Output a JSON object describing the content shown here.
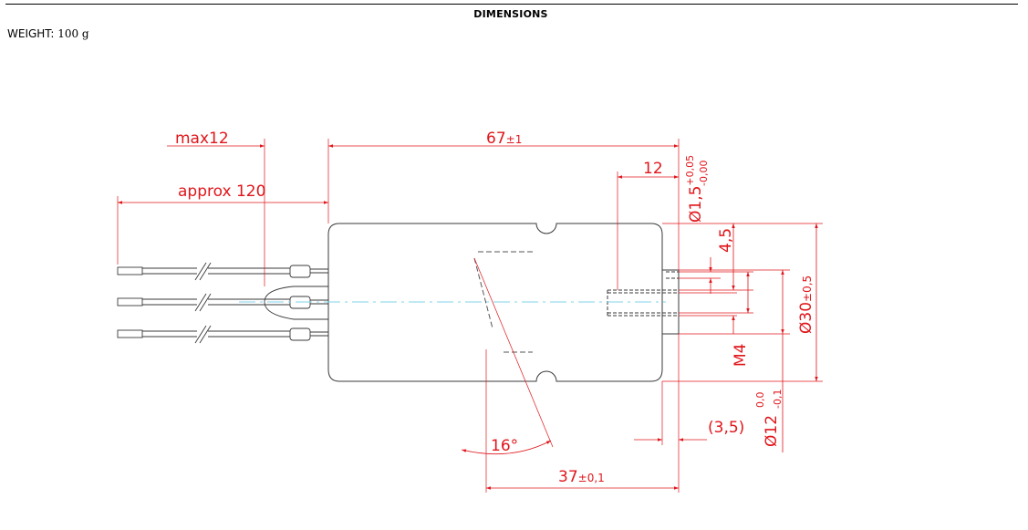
{
  "header": {
    "title": "DIMENSIONS",
    "weight_label": "WEIGHT:",
    "weight_value": "100 g"
  },
  "dimensions": {
    "max_cable": "max12",
    "length": "67",
    "length_tol": "±1",
    "approx_cable": "approx 120",
    "pin_offset": "12",
    "pin_dia": "Ø1,5",
    "pin_dia_tol_upper": "+0,05",
    "pin_dia_tol_lower": "-0,00",
    "depth": "4,5",
    "thread": "M4",
    "diameter": "Ø30",
    "diameter_tol": "±0,5",
    "shoulder": "(3,5)",
    "shoulder_dia": "Ø12",
    "shoulder_dia_tol_upper": "0,0",
    "shoulder_dia_tol_lower": "-0,1",
    "angle": "16°",
    "base_length": "37",
    "base_length_tol": "±0,1"
  },
  "colors": {
    "dimension": "#e0161b",
    "outline": "#3a3a3a",
    "centerline": "#7fd3ea"
  }
}
